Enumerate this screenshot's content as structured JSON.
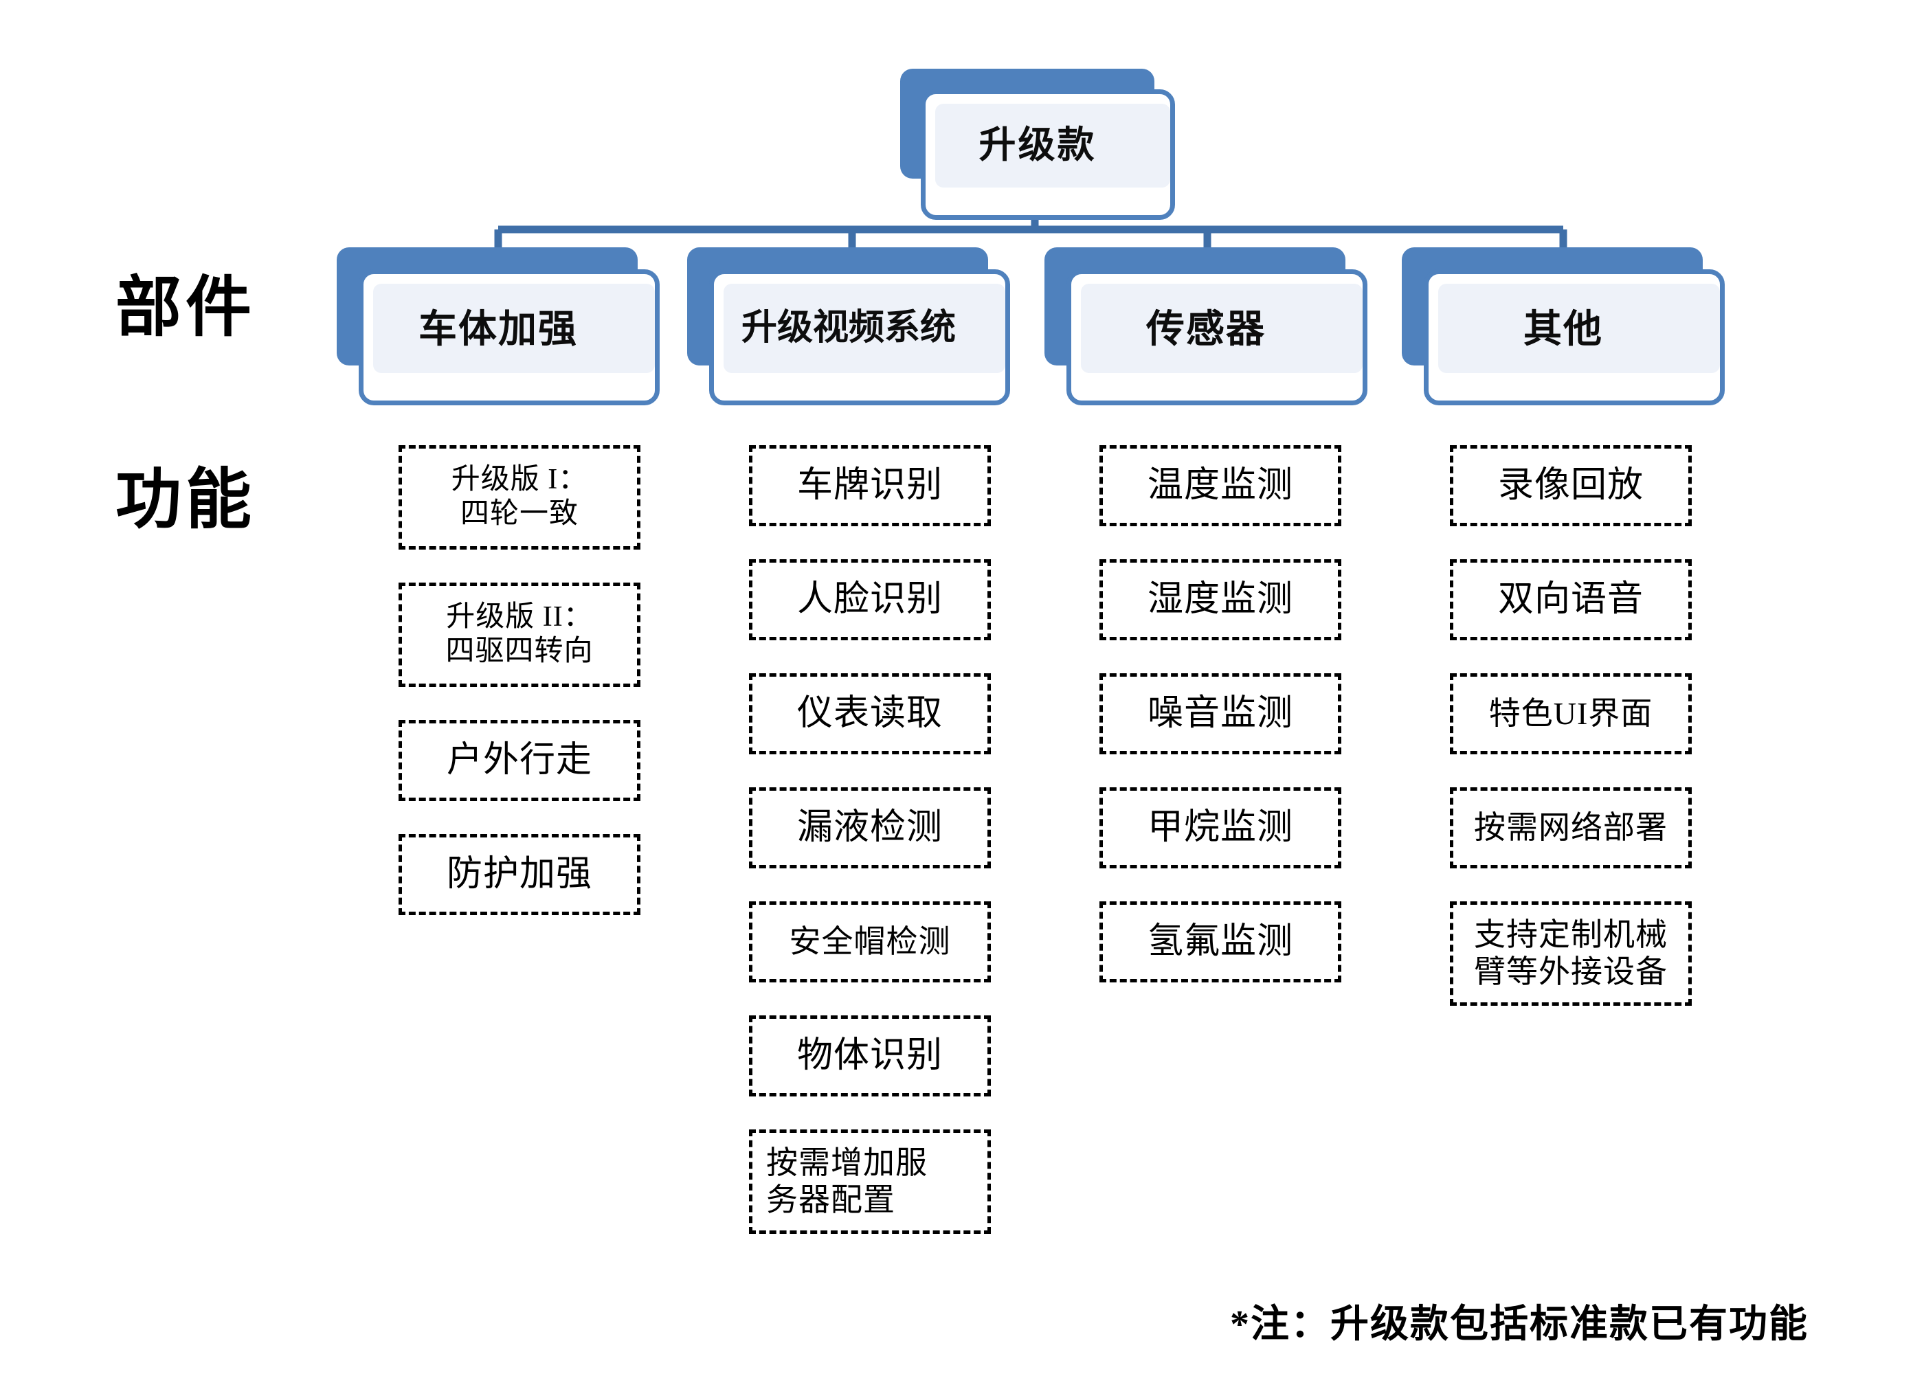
{
  "diagram": {
    "accent_color": "#4f81bd",
    "panel_fill_color": "#eef2f9",
    "dash_border_color": "#000000",
    "row_labels": {
      "parts": "部件",
      "functions": "功能"
    },
    "root": {
      "label": "升级款"
    },
    "branches": [
      {
        "label": "车体加强",
        "functions": [
          {
            "text": "升级版 I：\n四轮一致",
            "lines": 2,
            "size": "sm"
          },
          {
            "text": "升级版 II：\n四驱四转向",
            "lines": 2,
            "size": "sm"
          },
          {
            "text": "户外行走",
            "lines": 1,
            "size": "lg"
          },
          {
            "text": "防护加强",
            "lines": 1,
            "size": "lg"
          }
        ]
      },
      {
        "label": "升级视频系统",
        "functions": [
          {
            "text": "车牌识别",
            "lines": 1,
            "size": "lg"
          },
          {
            "text": "人脸识别",
            "lines": 1,
            "size": "lg"
          },
          {
            "text": "仪表读取",
            "lines": 1,
            "size": "lg"
          },
          {
            "text": "漏液检测",
            "lines": 1,
            "size": "lg"
          },
          {
            "text": "安全帽检测",
            "lines": 1,
            "size": "sm2"
          },
          {
            "text": "物体识别",
            "lines": 1,
            "size": "lg"
          },
          {
            "text": "按需增加服\n务器配置",
            "lines": 2,
            "size": "sm2",
            "align": "left"
          }
        ]
      },
      {
        "label": "传感器",
        "functions": [
          {
            "text": "温度监测",
            "lines": 1,
            "size": "lg"
          },
          {
            "text": "湿度监测",
            "lines": 1,
            "size": "lg"
          },
          {
            "text": "噪音监测",
            "lines": 1,
            "size": "lg"
          },
          {
            "text": "甲烷监测",
            "lines": 1,
            "size": "lg"
          },
          {
            "text": "氢氟监测",
            "lines": 1,
            "size": "lg"
          }
        ]
      },
      {
        "label": "其他",
        "functions": [
          {
            "text": "录像回放",
            "lines": 1,
            "size": "lg"
          },
          {
            "text": "双向语音",
            "lines": 1,
            "size": "lg"
          },
          {
            "text": "特色UI界面",
            "lines": 1,
            "size": "sm2"
          },
          {
            "text": "按需网络部署",
            "lines": 1,
            "size": "sm2"
          },
          {
            "text": "支持定制机械\n臂等外接设备",
            "lines": 2,
            "size": "sm2"
          }
        ]
      }
    ],
    "footnote": "*注：升级款包括标准款已有功能"
  }
}
